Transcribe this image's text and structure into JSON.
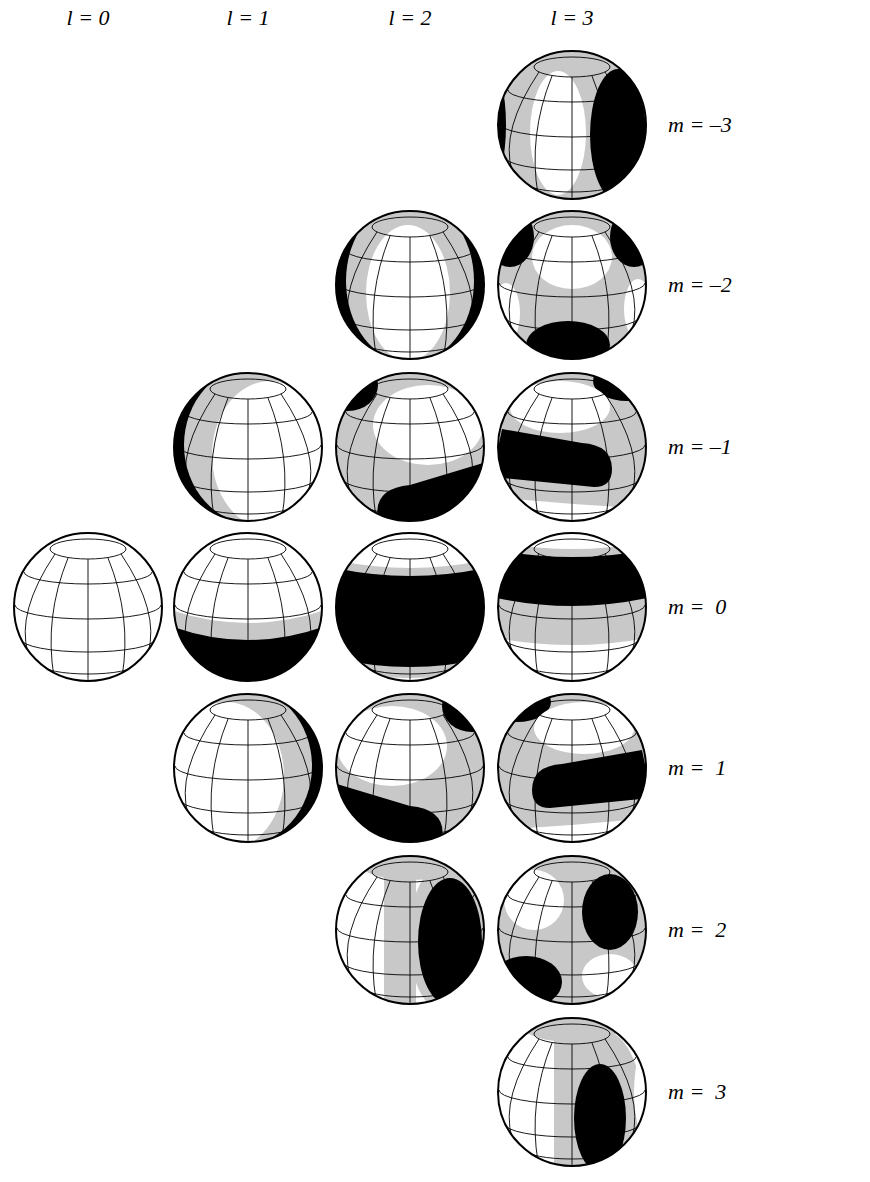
{
  "diagram": {
    "labels": [
      "l = 0",
      "l = 1",
      "l = 2",
      "l = 3",
      "m = –3",
      "m = –2",
      "m = –1",
      "m =  0",
      "m =  1",
      "m =  2",
      "m =  3"
    ]
  }
}
